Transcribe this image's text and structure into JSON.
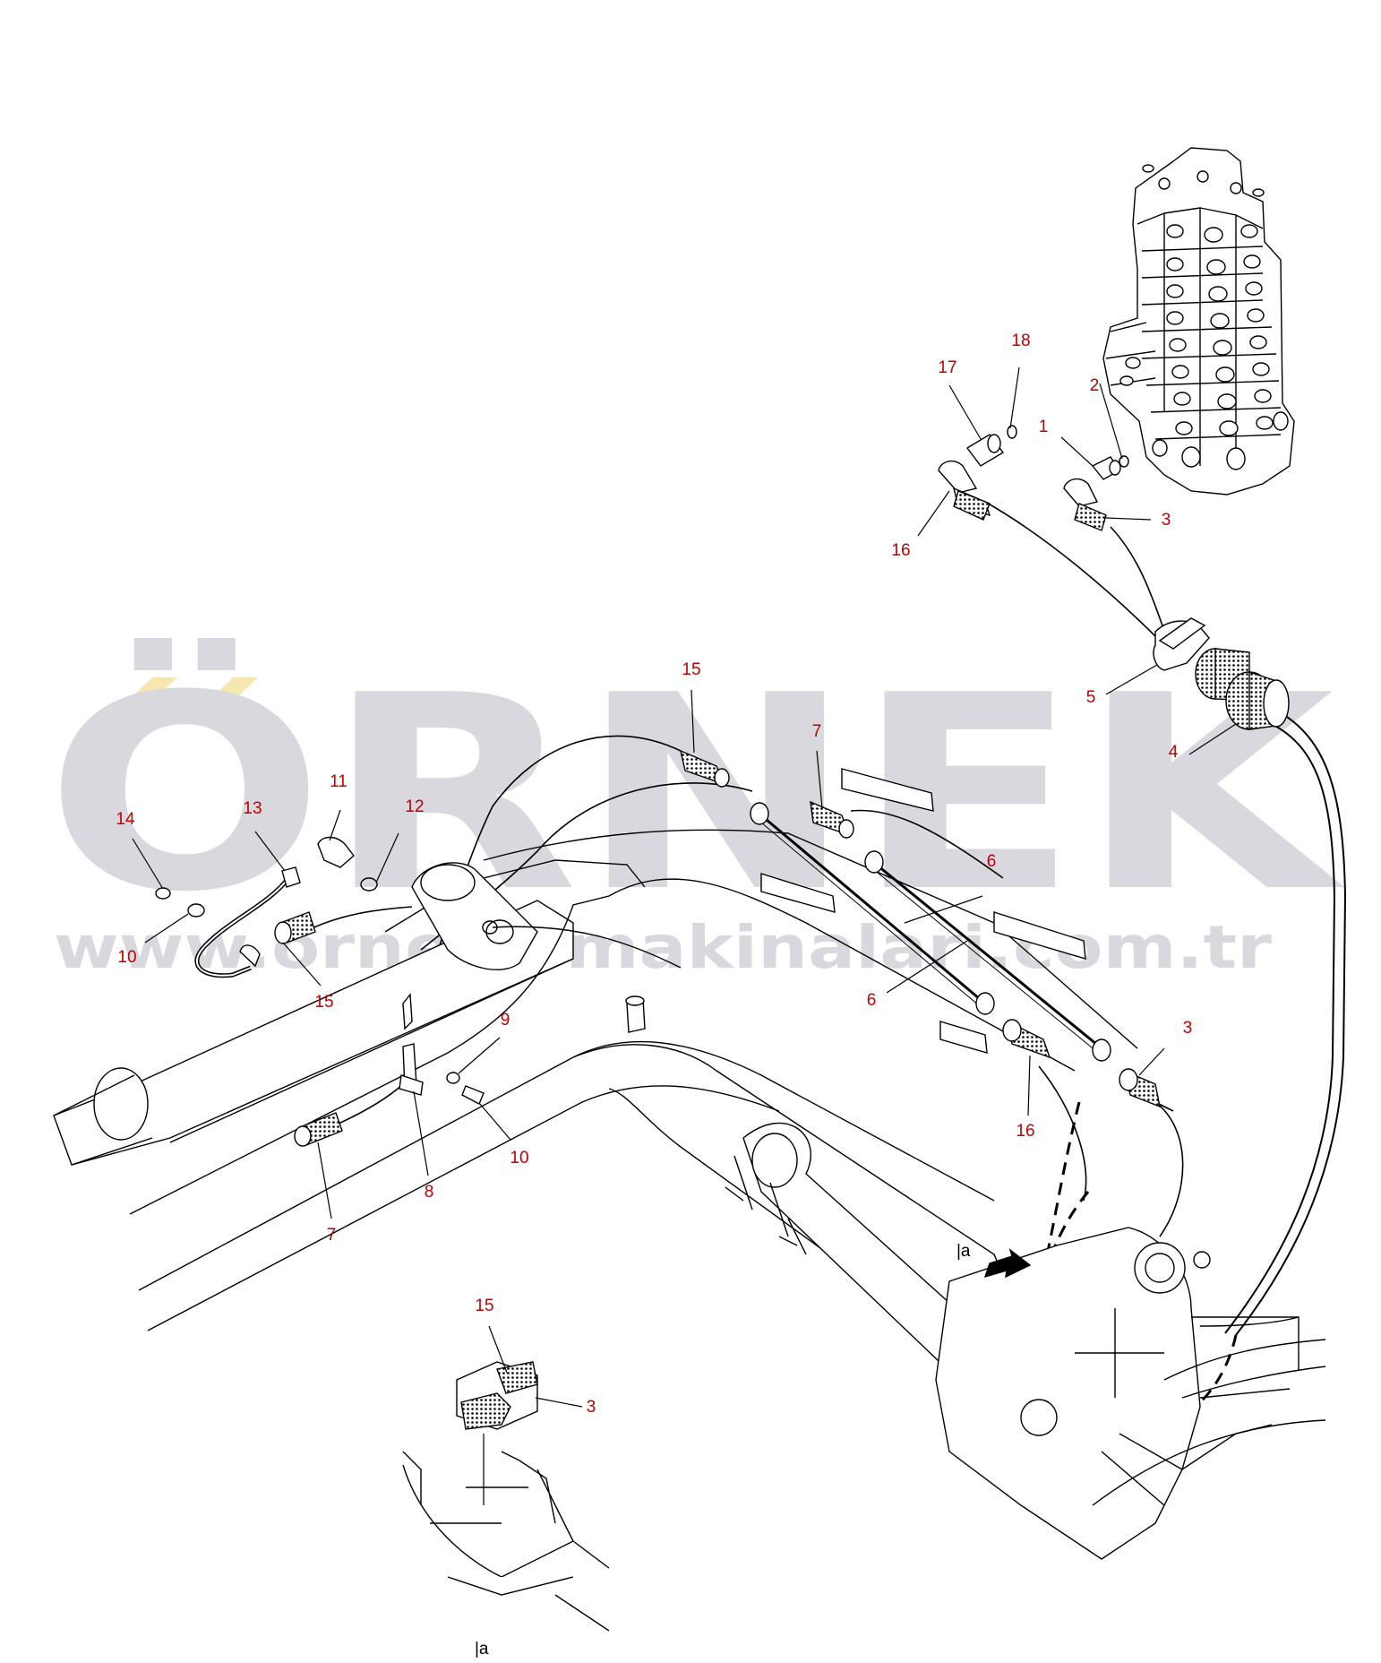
{
  "watermark": {
    "brand": "ÖRNEK",
    "url": "www.ornekismakinalari.com.tr",
    "color": "#d9d8de",
    "accent_color": "#f6e6b0"
  },
  "callout_color": "#c00000",
  "line_color": "#000000",
  "callouts": [
    {
      "id": "c18",
      "label": "18"
    },
    {
      "id": "c17",
      "label": "17"
    },
    {
      "id": "c2",
      "label": "2"
    },
    {
      "id": "c1",
      "label": "1"
    },
    {
      "id": "c3a",
      "label": "3"
    },
    {
      "id": "c16a",
      "label": "16"
    },
    {
      "id": "c5",
      "label": "5"
    },
    {
      "id": "c4",
      "label": "4"
    },
    {
      "id": "c15a",
      "label": "15"
    },
    {
      "id": "c7a",
      "label": "7"
    },
    {
      "id": "c6a",
      "label": "6"
    },
    {
      "id": "c6b",
      "label": "6"
    },
    {
      "id": "c14",
      "label": "14"
    },
    {
      "id": "c13",
      "label": "13"
    },
    {
      "id": "c11",
      "label": "11"
    },
    {
      "id": "c12",
      "label": "12"
    },
    {
      "id": "c10a",
      "label": "10"
    },
    {
      "id": "c15b",
      "label": "15"
    },
    {
      "id": "c9",
      "label": "9"
    },
    {
      "id": "c10b",
      "label": "10"
    },
    {
      "id": "c8",
      "label": "8"
    },
    {
      "id": "c7b",
      "label": "7"
    },
    {
      "id": "c3b",
      "label": "3"
    },
    {
      "id": "c16b",
      "label": "16"
    },
    {
      "id": "c15c",
      "label": "15"
    },
    {
      "id": "c3c",
      "label": "3"
    }
  ],
  "view_marks": [
    {
      "id": "va",
      "label": "|a"
    },
    {
      "id": "vb",
      "label": "|a"
    }
  ]
}
